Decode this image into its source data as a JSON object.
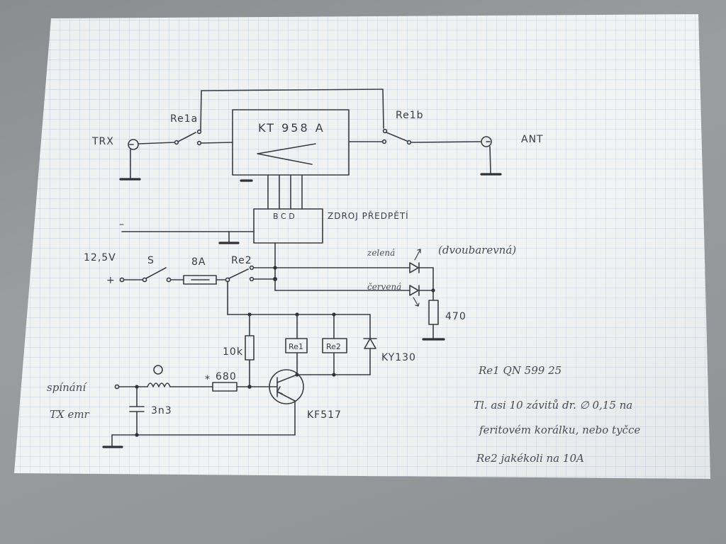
{
  "labels": {
    "trx": "TRX",
    "ant": "ANT",
    "re1a": "Re1a",
    "re1b": "Re1b",
    "amplifier": "KT 958 A",
    "bcd": "B C D",
    "bias_supply": "ZDROJ PŘEDPĚTÍ",
    "minus": "–",
    "voltage": "12,5V",
    "plus": "+",
    "switch": "S",
    "fuse": "8A",
    "re2": "Re2",
    "led_green": "zelená",
    "led_red": "červená",
    "led_note": "(dvoubarevná)",
    "r470": "470",
    "r10k": "10k",
    "relay1": "Re1",
    "relay2": "Re2",
    "diode": "KY130",
    "r680": "680",
    "star": "*",
    "ptt_line1": "spínání",
    "ptt_line2": "TX emr",
    "coil_mark": "O",
    "cap": "3n3",
    "transistor": "KF517"
  },
  "notes": {
    "line1": "Re1   QN 599 25",
    "line2": "Tl. asi 10 závitů dr. ∅ 0,15 na",
    "line3": "feritovém korálku, nebo tyčce",
    "line4": "Re2  jakékoli  na  10A"
  },
  "colors": {
    "paper": "#eef0f0",
    "grid": "#b9c6d8",
    "ink": "#3b3d44",
    "background": "#8f9194"
  }
}
